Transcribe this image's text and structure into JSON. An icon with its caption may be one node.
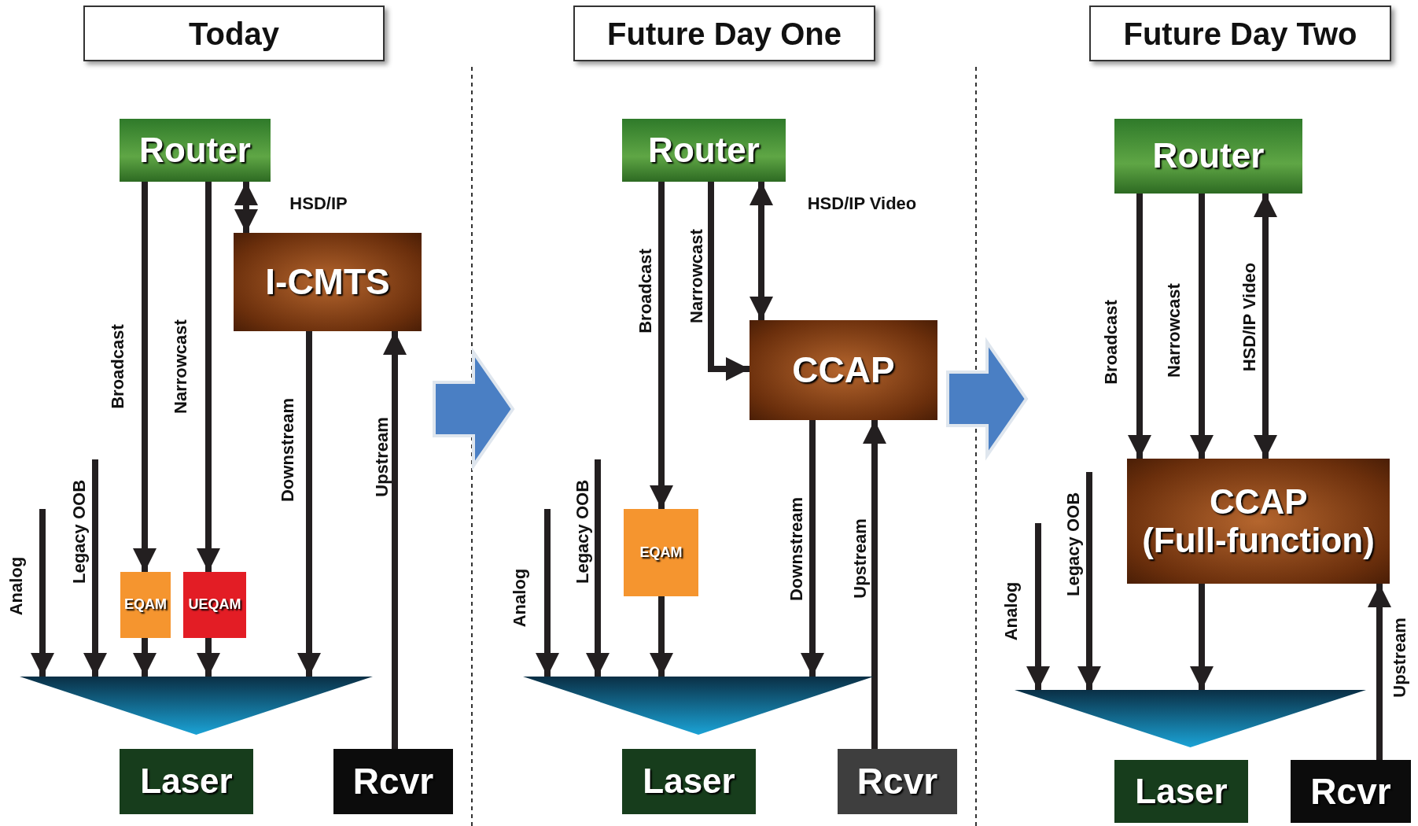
{
  "diagram": {
    "nodes": [
      {
        "text": [
          "Today"
        ]
      },
      {
        "text": [
          "Router"
        ]
      },
      {
        "text": [
          "I-CMTS"
        ]
      },
      {
        "text": [
          "EQAM"
        ]
      },
      {
        "text": [
          "UEQAM"
        ]
      },
      {
        "text": [],
        "shape": "triangle"
      },
      {
        "text": [
          "Laser"
        ]
      },
      {
        "text": [
          "Rcvr"
        ]
      },
      {
        "text": [
          "Future Day One"
        ]
      },
      {
        "text": [
          "Router"
        ]
      },
      {
        "text": [
          "CCAP"
        ]
      },
      {
        "text": [
          "EQAM"
        ]
      },
      {
        "text": [],
        "shape": "triangle"
      },
      {
        "text": [
          "Laser"
        ]
      },
      {
        "text": [
          "Rcvr"
        ]
      },
      {
        "text": [
          "Future Day Two"
        ]
      },
      {
        "text": [
          "Router"
        ]
      },
      {
        "text": [
          "CCAP (Full-function)"
        ]
      },
      {
        "text": [],
        "shape": "triangle"
      },
      {
        "text": [
          "Laser"
        ]
      },
      {
        "text": [
          "Rcvr"
        ]
      }
    ],
    "edges": [
      {
        "from": 1,
        "to": 3,
        "arrow": "to",
        "label": "Broadcast"
      },
      {
        "from": 1,
        "to": 4,
        "arrow": "to",
        "label": "Narrowcast"
      },
      {
        "from": 1,
        "to": 2,
        "arrow": "both",
        "label": "HSD/IP"
      },
      {
        "from": 2,
        "to": 5,
        "arrow": "to",
        "label": "Downstream"
      },
      {
        "from": 7,
        "to": 2,
        "arrow": "to",
        "label": "Upstream"
      },
      {
        "from": 3,
        "to": 5,
        "arrow": "to"
      },
      {
        "from": 4,
        "to": 5,
        "arrow": "to"
      },
      {
        "from": null,
        "to": 5,
        "arrow": "to",
        "label": "Analog"
      },
      {
        "from": null,
        "to": 5,
        "arrow": "to",
        "label": "Legacy OOB"
      },
      {
        "from": 9,
        "to": 11,
        "arrow": "to",
        "label": "Broadcast"
      },
      {
        "from": 9,
        "to": 10,
        "arrow": "to",
        "label": "Narrowcast"
      },
      {
        "from": 9,
        "to": 10,
        "arrow": "both",
        "label": "HSD/IP Video"
      },
      {
        "from": 10,
        "to": 12,
        "arrow": "to",
        "label": "Downstream"
      },
      {
        "from": 14,
        "to": 10,
        "arrow": "to",
        "label": "Upstream"
      },
      {
        "from": 11,
        "to": 12,
        "arrow": "to"
      },
      {
        "from": null,
        "to": 12,
        "arrow": "to",
        "label": "Analog"
      },
      {
        "from": null,
        "to": 12,
        "arrow": "to",
        "label": "Legacy OOB"
      },
      {
        "from": 16,
        "to": 17,
        "arrow": "to",
        "label": "Broadcast"
      },
      {
        "from": 16,
        "to": 17,
        "arrow": "to",
        "label": "Narrowcast"
      },
      {
        "from": 16,
        "to": 17,
        "arrow": "both",
        "label": "HSD/IP Video"
      },
      {
        "from": 17,
        "to": 18,
        "arrow": "to"
      },
      {
        "from": 20,
        "to": 17,
        "arrow": "to",
        "label": "Upstream"
      },
      {
        "from": null,
        "to": 18,
        "arrow": "to",
        "label": "Analog"
      },
      {
        "from": null,
        "to": 18,
        "arrow": "to",
        "label": "Legacy OOB"
      }
    ]
  }
}
